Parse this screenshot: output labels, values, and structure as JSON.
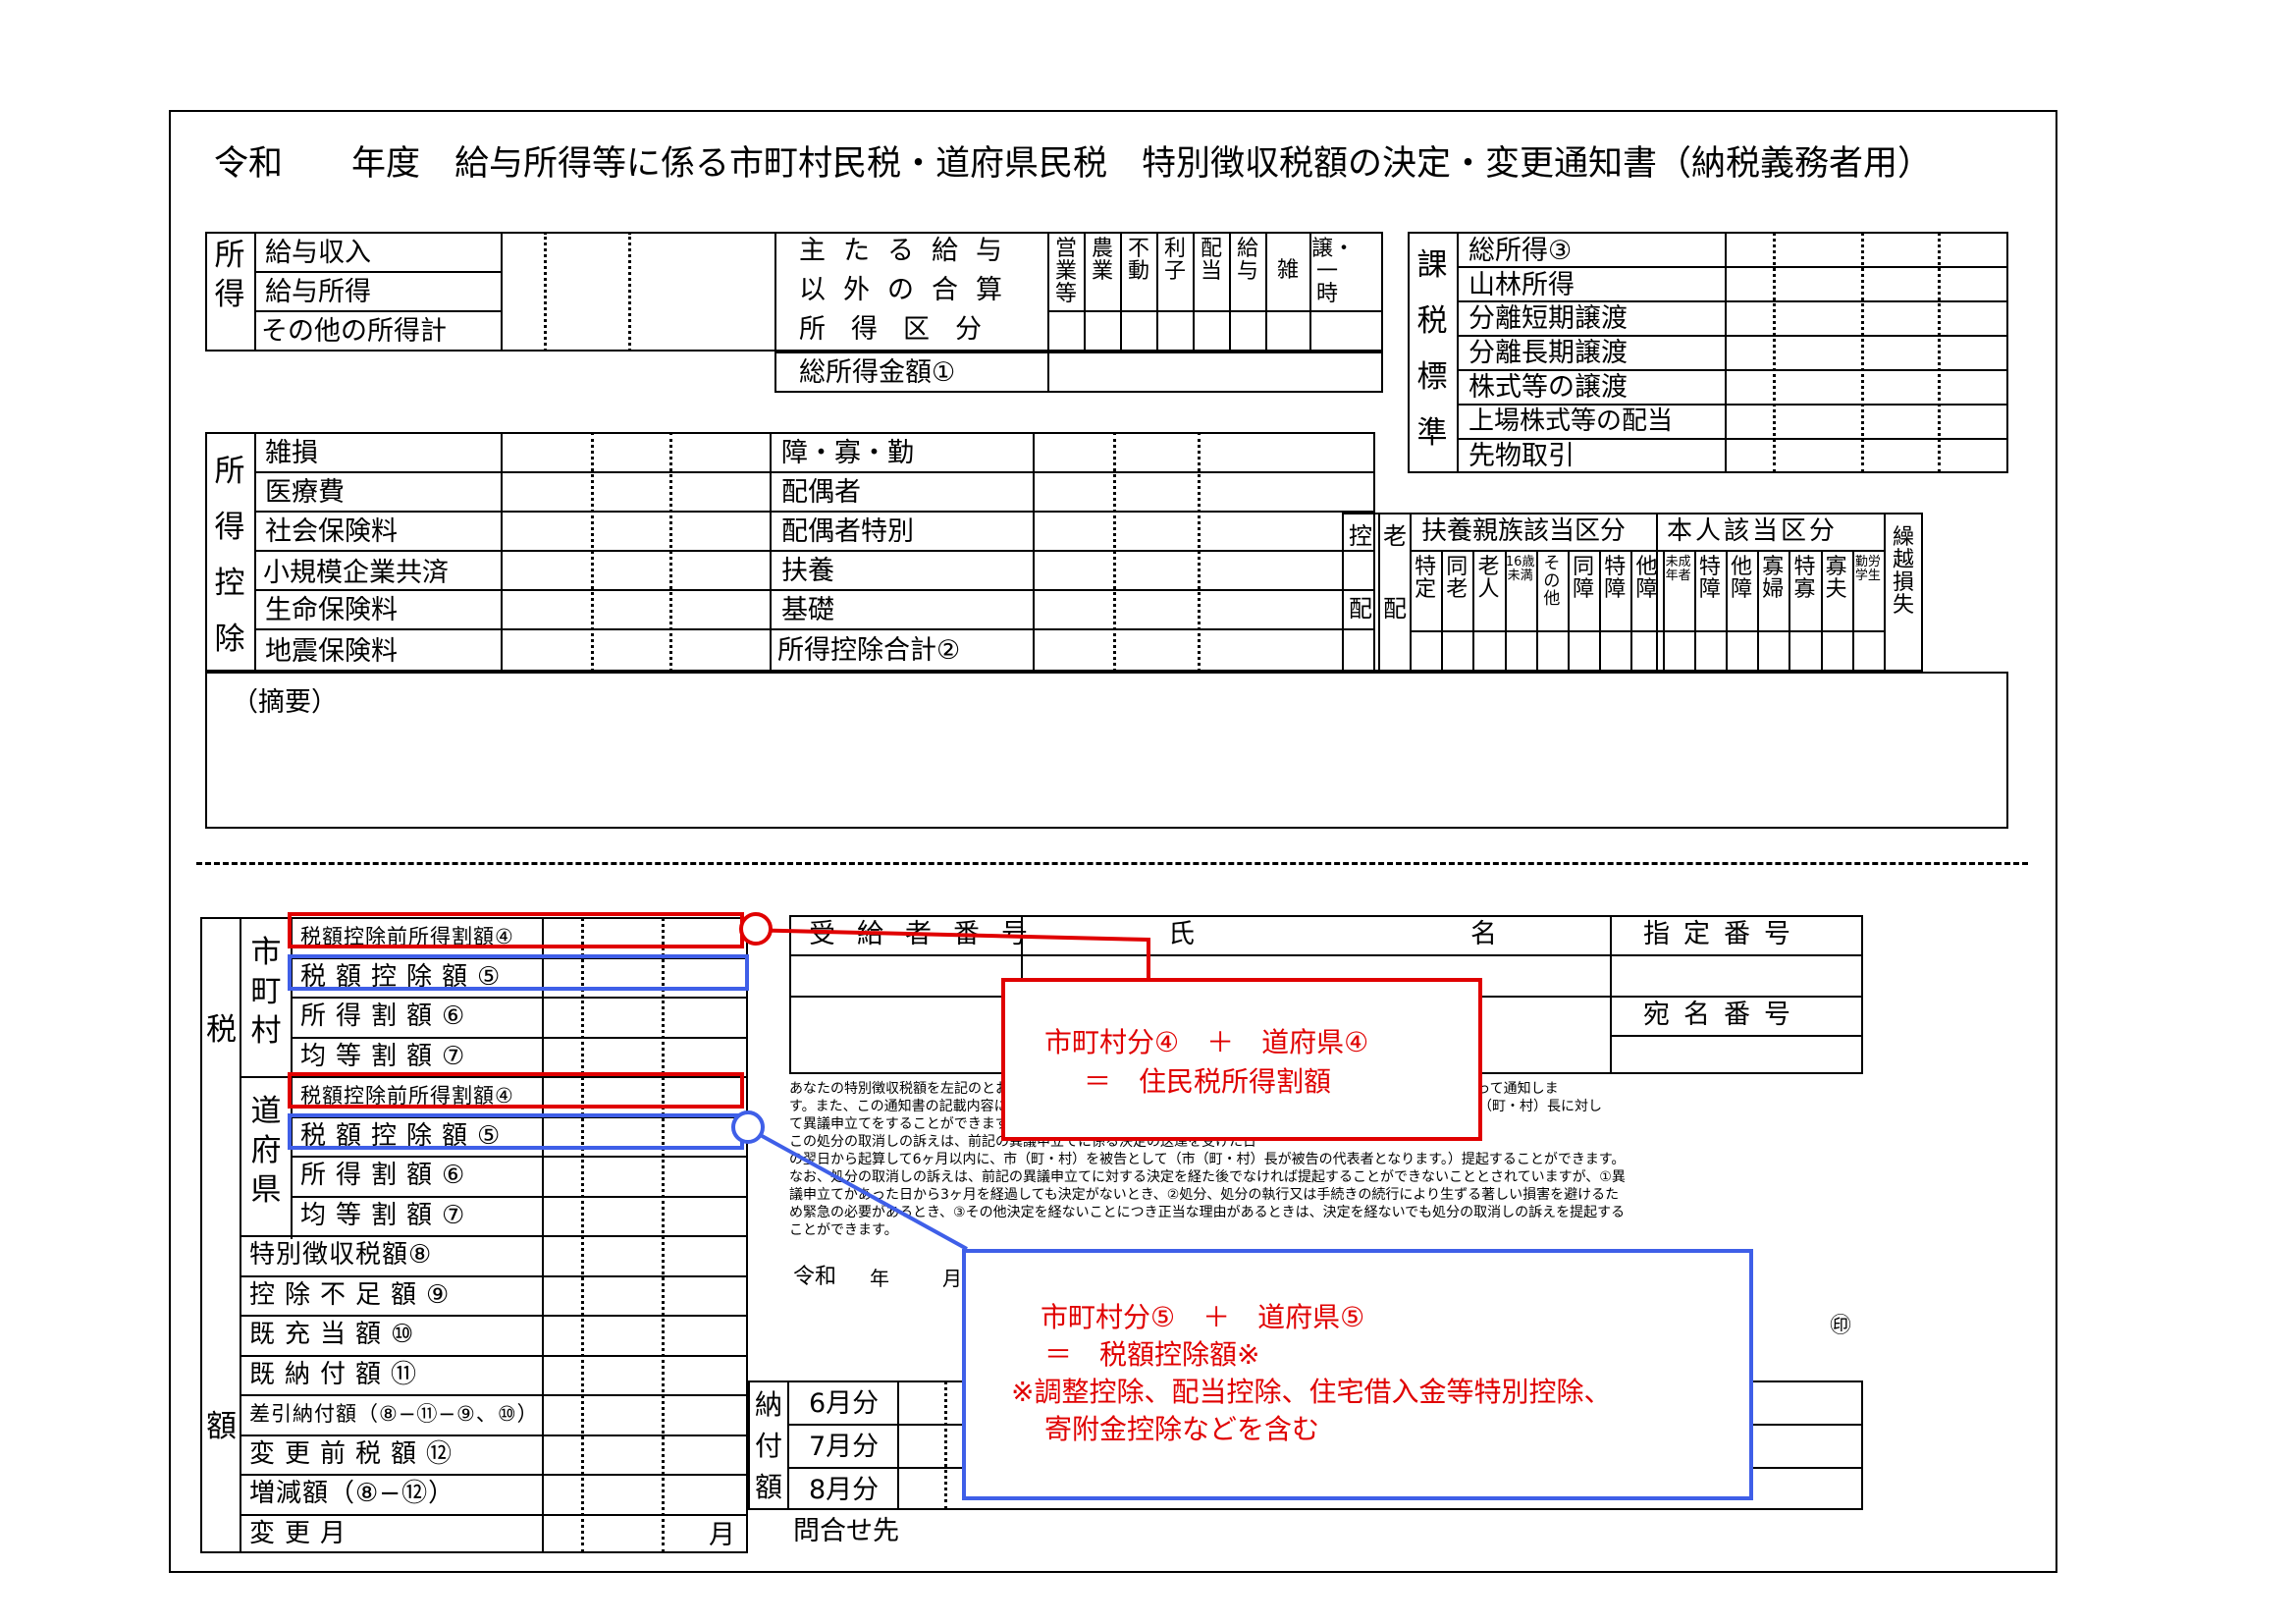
{
  "title": "令和　　年度　給与所得等に係る市町村民税・道府県民税　特別徴収税額の決定・変更通知書（納税義務者用）",
  "income": {
    "side": "所得",
    "rows": [
      "給与収入",
      "給与所得",
      "その他の所得計"
    ],
    "sum_label": [
      "主たる給与",
      "以外の合算",
      "所得区分"
    ],
    "total": "総所得金額①",
    "cols": [
      "営業等",
      "農業",
      "不動",
      "利子",
      "配当",
      "給与",
      "雑",
      "譲・一時"
    ]
  },
  "taxbase": {
    "side": "課税標準",
    "rows": [
      "総所得③",
      "山林所得",
      "分離短期譲渡",
      "分離長期譲渡",
      "株式等の譲渡",
      "上場株式等の配当",
      "先物取引"
    ]
  },
  "deduction": {
    "side": "所得控除",
    "left": [
      "雑損",
      "医療費",
      "社会保険料",
      "小規模企業共済",
      "生命保険料",
      "地震保険料"
    ],
    "right": [
      "障・寡・勤",
      "配偶者",
      "配偶者特別",
      "扶養",
      "基礎",
      "所得控除合計②"
    ]
  },
  "family": {
    "c1": "控",
    "c1b": "配",
    "c2": "老",
    "c2b": "配",
    "dep_header": "扶養親族該当区分",
    "self_header": "本人該当区分",
    "loss": "繰越損失",
    "dep_cols": [
      "特定",
      "同老",
      "老人",
      "16歳未満",
      "その他",
      "同障",
      "特障",
      "他障"
    ],
    "self_cols": [
      "未成年者",
      "特障",
      "他障",
      "寡婦",
      "特寡",
      "寡夫",
      "勤労学生"
    ]
  },
  "memo": "（摘要）",
  "tax": {
    "side_top": "税",
    "side_bottom": "額",
    "muni": "市町村",
    "pref": "道府県",
    "muni_rows": [
      "税額控除前所得割額④",
      "税額控除額⑤",
      "所得割額⑥",
      "均等割額⑦"
    ],
    "pref_rows": [
      "税額控除前所得割額④",
      "税額控除額⑤",
      "所得割額⑥",
      "均等割額⑦"
    ],
    "rest": [
      "特別徴収税額⑧",
      "控除不足額⑨",
      "既充当額⑩",
      "既納付額⑪",
      "差引納付額（⑧−⑪−⑨、⑩）",
      "変更前税額⑫",
      "増減額（⑧−⑫）",
      "変更月"
    ],
    "month": "月"
  },
  "recipient": {
    "h1": "受給者番号",
    "h2": "氏",
    "h3": "名",
    "h4": "指定番号",
    "h5": "宛名番号"
  },
  "notice": [
    "あなたの特別徴収税額を左記のとおり決定（変更）したので、地方税法第321条の4（第321条の6）の規定によって通知しま",
    "す。また、この通知書の記載内容に不服がある場合には、この通知を受けた日の翌日から起算して60日以内に市（町・村）長に対し",
    "て異議申立てをすることができます。",
    "この処分の取消しの訴えは、前記の異議申立てに係る決定の送達を受けた日",
    "の翌日から起算して6ヶ月以内に、市（町・村）を被告として（市（町・村）長が被告の代表者となります。）提起することができます。",
    "なお、処分の取消しの訴えは、前記の異議申立てに対する決定を経た後でなければ提起することができないこととされていますが、①異",
    "議申立てがあった日から3ヶ月を経過しても決定がないとき、②処分、処分の執行又は手続きの続行により生ずる著しい損害を避けるた",
    "め緊急の必要があるとき、③その他決定を経ないことにつき正当な理由があるときは、決定を経ないでも処分の取消しの訴えを提起する",
    "ことができます。"
  ],
  "date_line": [
    "令和",
    "年",
    "月"
  ],
  "seal": "㊞",
  "payment": {
    "side": "納付額",
    "months": [
      "6月分",
      "7月分",
      "8月分"
    ],
    "contact": "問合せ先"
  },
  "callouts": {
    "red": [
      "市町村分④　＋　道府県④",
      "＝　住民税所得割額"
    ],
    "blue": [
      "市町村分⑤　＋　道府県⑤",
      "＝　税額控除額※",
      "※調整控除、配当控除、住宅借入金等特別控除、",
      "寄附金控除などを含む"
    ]
  },
  "colors": {
    "red": "#e00000",
    "blue": "#3f5fe8"
  }
}
